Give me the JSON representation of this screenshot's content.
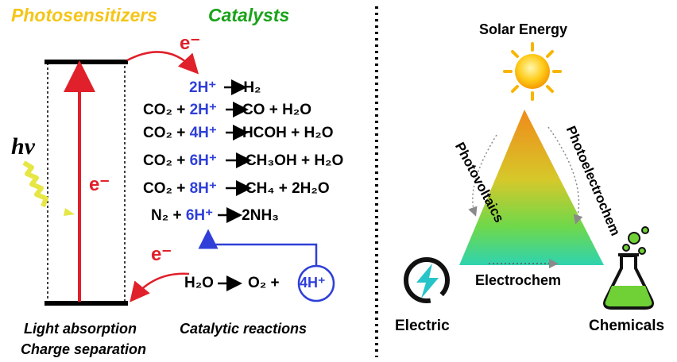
{
  "left": {
    "photosensitizers_title": "Photosensitizers",
    "catalysts_title": "Catalysts",
    "hv": "hv",
    "electron_top": "e⁻",
    "electron_mid": "e⁻",
    "electron_bottom": "e⁻",
    "reactions": [
      {
        "pre": "",
        "h": "2H⁺",
        "post": "H₂"
      },
      {
        "pre": "CO₂ + ",
        "h": "2H⁺",
        "post": "CO + H₂O"
      },
      {
        "pre": "CO₂ + ",
        "h": "4H⁺",
        "post": "HCOH + H₂O"
      },
      {
        "pre": "CO₂ + ",
        "h": "6H⁺",
        "post": "CH₃OH + H₂O"
      },
      {
        "pre": "CO₂ + ",
        "h": "8H⁺",
        "post": "CH₄ + 2H₂O"
      },
      {
        "pre": "N₂ + ",
        "h": "6H⁺",
        "post": "2NH₃"
      }
    ],
    "water": {
      "reactant": "H₂O",
      "product": "O₂ +",
      "protons": "4H⁺"
    },
    "caption_left_1": "Light absorption",
    "caption_left_2": "Charge separation",
    "caption_right": "Catalytic reactions"
  },
  "right": {
    "solar": "Solar Energy",
    "photovoltaics": "Photovoltaics",
    "photoelectrochem": "Photoelectrochem",
    "electrochem": "Electrochem",
    "electric": "Electric",
    "chemicals": "Chemicals"
  },
  "colors": {
    "photosensitizers": "#f5c518",
    "catalysts": "#1aa31a",
    "electron_red": "#e0202a",
    "proton_blue": "#2f3fd8",
    "electric_teal": "#27c4c9",
    "chemicals_green": "#6fd135"
  }
}
